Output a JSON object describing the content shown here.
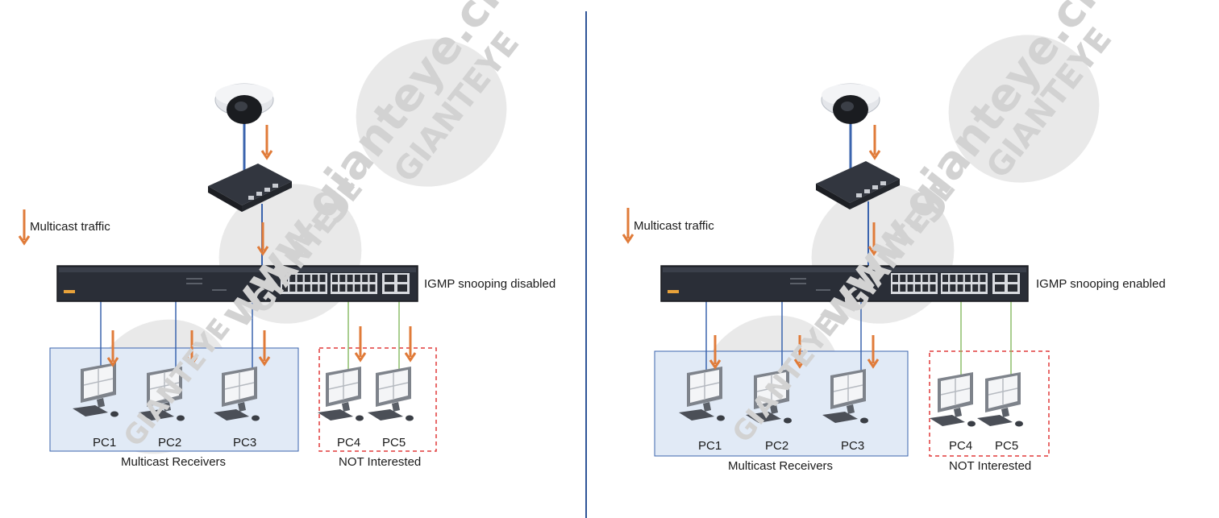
{
  "colors": {
    "arrow": "#E07B39",
    "link_receiver": "#3B64AE",
    "link_not_interested": "#8DBE6A",
    "receivers_fill": "#E1EAF6",
    "receivers_border": "#3B64AE",
    "not_interested_border": "#E03A3A",
    "divider": "#2F5597",
    "switch_body": "#2A2E37",
    "watermark": "#D9D9D9"
  },
  "watermark": {
    "brand": "GIANTEYE",
    "url": "www.gianteye.cn"
  },
  "panels": [
    {
      "legend_text": "Multicast traffic",
      "switch_label": "IGMP snooping disabled",
      "receivers_group_label": "Multicast Receivers",
      "not_interested_group_label": "NOT Interested",
      "pcs": [
        {
          "label": "PC1",
          "receiving": true
        },
        {
          "label": "PC2",
          "receiving": true
        },
        {
          "label": "PC3",
          "receiving": true
        },
        {
          "label": "PC4",
          "receiving": true
        },
        {
          "label": "PC5",
          "receiving": true
        }
      ]
    },
    {
      "legend_text": "Multicast traffic",
      "switch_label": "IGMP snooping enabled",
      "receivers_group_label": "Multicast Receivers",
      "not_interested_group_label": "NOT Interested",
      "pcs": [
        {
          "label": "PC1",
          "receiving": true
        },
        {
          "label": "PC2",
          "receiving": true
        },
        {
          "label": "PC3",
          "receiving": true
        },
        {
          "label": "PC4",
          "receiving": false
        },
        {
          "label": "PC5",
          "receiving": false
        }
      ]
    }
  ]
}
